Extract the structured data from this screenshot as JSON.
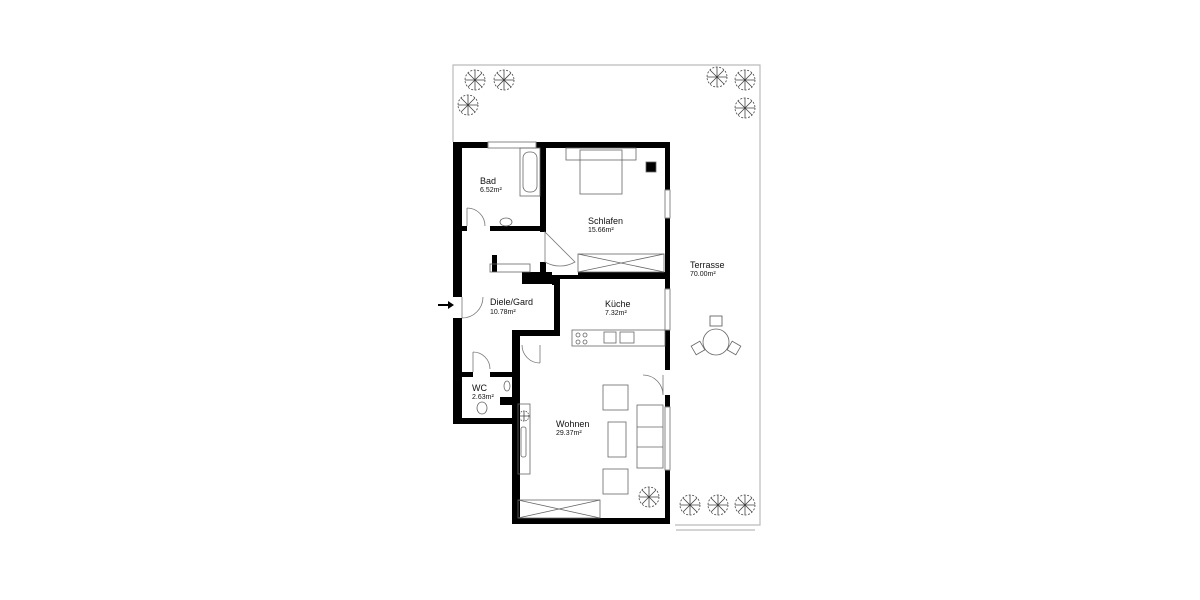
{
  "plan": {
    "type": "apartment-floor-plan",
    "entrance_marker": "entrance-arrow",
    "rooms": [
      {
        "id": "bad",
        "name": "Bad",
        "area": "6.52m²"
      },
      {
        "id": "schlafen",
        "name": "Schlafen",
        "area": "15.66m²"
      },
      {
        "id": "diele",
        "name": "Diele/Gard",
        "area": "10.78m²"
      },
      {
        "id": "kueche",
        "name": "Küche",
        "area": "7.32m²"
      },
      {
        "id": "wc",
        "name": "WC",
        "area": "2.63m²"
      },
      {
        "id": "wohnen",
        "name": "Wohnen",
        "area": "29.37m²"
      },
      {
        "id": "terrasse",
        "name": "Terrasse",
        "area": "70.00m²"
      }
    ],
    "colors": {
      "wall": "#000000",
      "outline": "#bbbbbb",
      "furniture": "#666666",
      "background": "#ffffff"
    }
  }
}
